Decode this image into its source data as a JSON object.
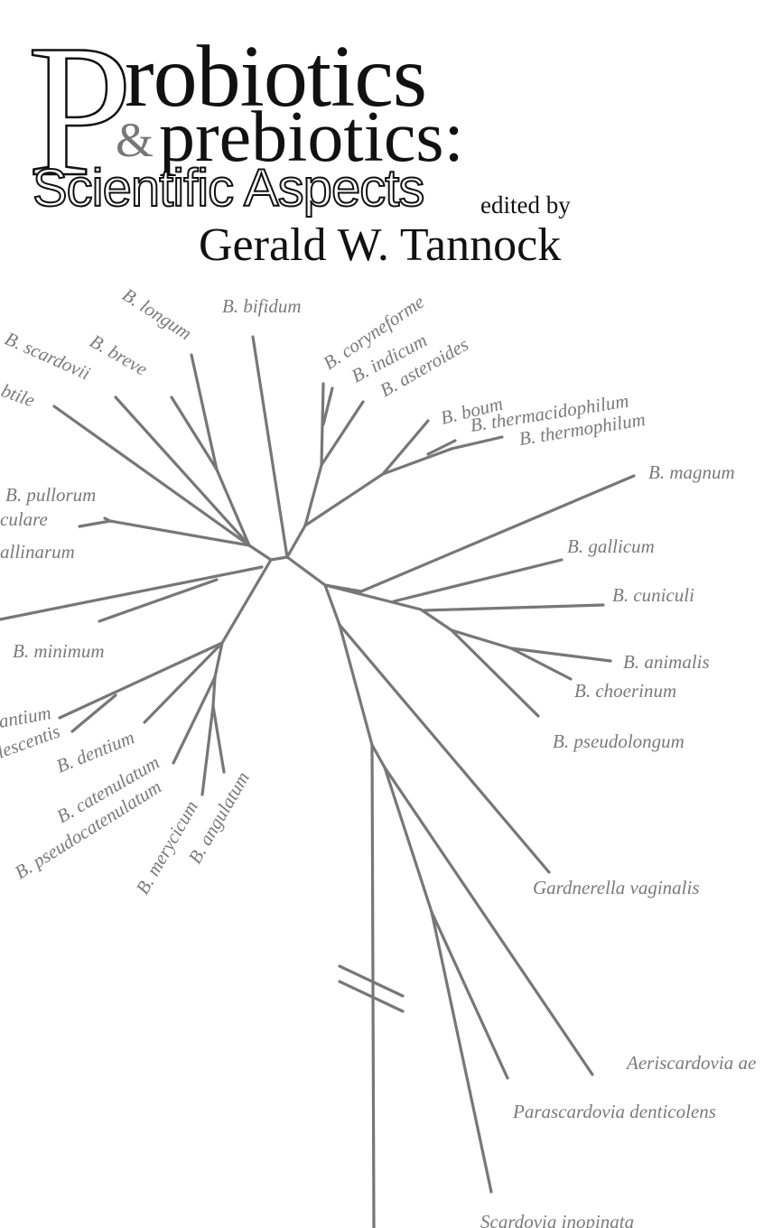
{
  "cover": {
    "title_initial": "P",
    "title_rest": "robiotics",
    "ampersand": "&",
    "title_line2": "prebiotics:",
    "subtitle": "Scientific Aspects",
    "edited_by": "edited by",
    "editor": "Gerald W. Tannock"
  },
  "tree_labels": [
    "B. longum",
    "B. bifidum",
    "B. coryneforme",
    "B. indicum",
    "B. asteroides",
    "B. scardovii",
    "B. breve",
    "btile",
    "B. boum",
    "B. thermacidophilum",
    "B. thermophilum",
    "B. magnum",
    "B. pullorum",
    "culare",
    "allinarum",
    "B. gallicum",
    "B. cuniculi",
    "B. minimum",
    "B. animalis",
    "B. choerinum",
    "antium",
    "lescentis",
    "B. dentium",
    "B. pseudolongum",
    "B. catenulatum",
    "B. pseudocatenulatum",
    "B. merycicum",
    "B. angulatum",
    "Gardnerella vaginalis",
    "Aeriscardovia ae",
    "Parascardovia denticolens",
    "Scardovia inopinata"
  ],
  "colors": {
    "branch": "#777777",
    "label": "#7a7a7a",
    "title": "#111111"
  }
}
